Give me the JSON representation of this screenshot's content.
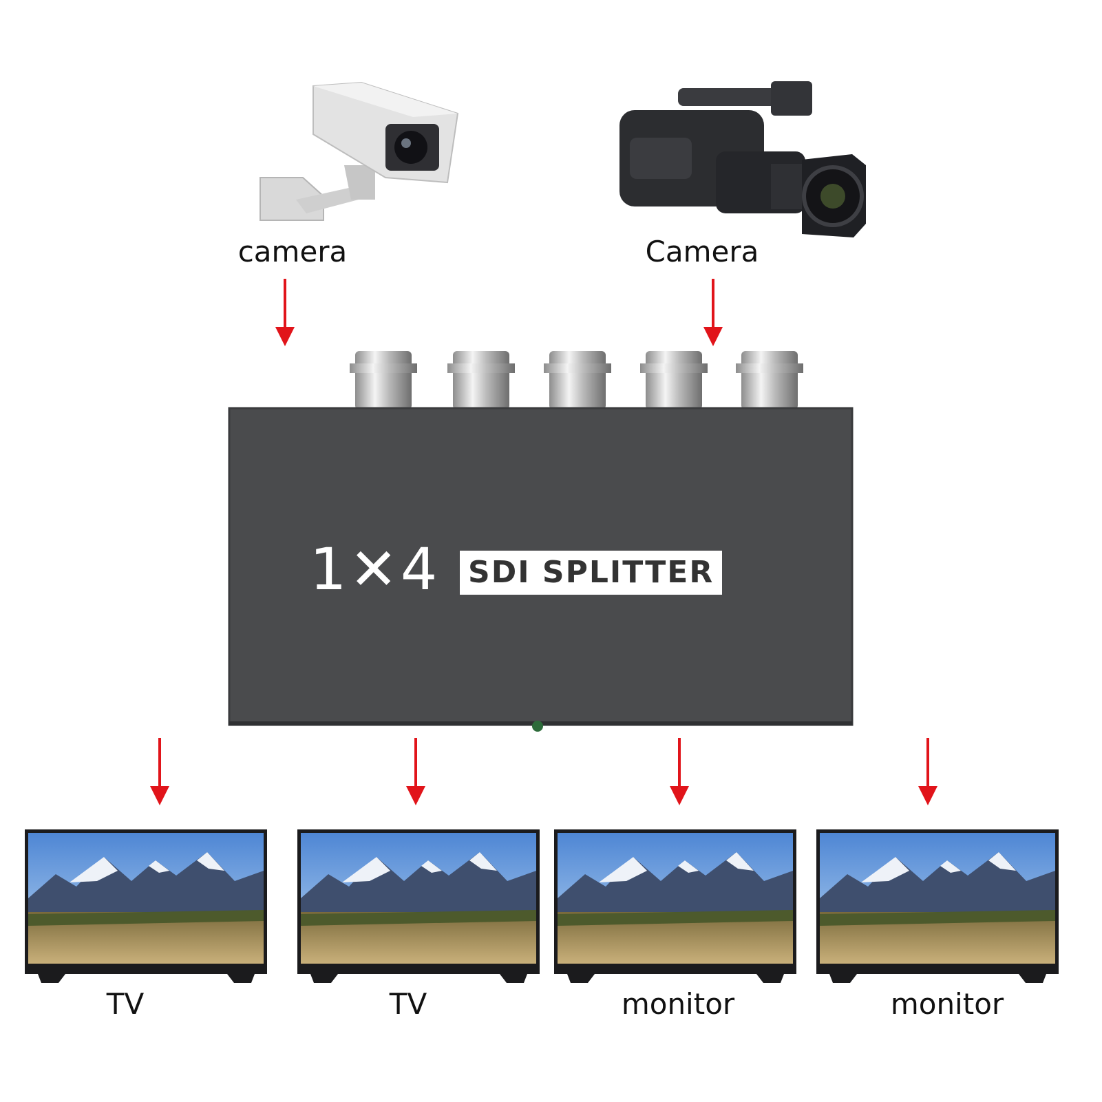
{
  "sources": [
    {
      "label": "camera",
      "icon": "cctv-camera-icon"
    },
    {
      "label": "Camera",
      "icon": "broadcast-camera-icon"
    }
  ],
  "device": {
    "prefix": "1✕4",
    "badge": "SDI SPLITTER",
    "connector_count": 5,
    "body_color": "#4a4b4d"
  },
  "outputs": [
    {
      "label": "TV",
      "icon": "tv-icon"
    },
    {
      "label": "TV",
      "icon": "tv-icon"
    },
    {
      "label": "monitor",
      "icon": "monitor-icon"
    },
    {
      "label": "monitor",
      "icon": "monitor-icon"
    }
  ],
  "colors": {
    "arrow": "#e1141a",
    "screen_sky": "#7fb0e6"
  }
}
